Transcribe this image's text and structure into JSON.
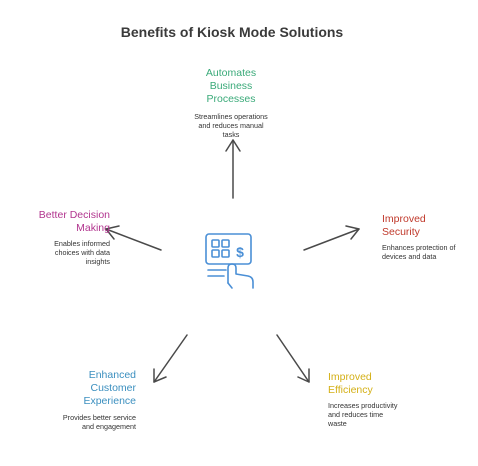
{
  "title": "Benefits of Kiosk Mode Solutions",
  "colors": {
    "teal": "#3aaa79",
    "red": "#c0392b",
    "yellow": "#d4b017",
    "blue": "#3b8fbf",
    "magenta": "#b2358f",
    "arrow": "#4a4a4a",
    "icon": "#4a8fd6"
  },
  "center_icon": "kiosk-payment-touch-icon",
  "benefits": [
    {
      "id": "automates",
      "heading_lines": [
        "Automates",
        "Business",
        "Processes"
      ],
      "desc_lines": [
        "Streamlines operations",
        "and reduces manual",
        "tasks"
      ],
      "color": "#3aaa79"
    },
    {
      "id": "security",
      "heading_lines": [
        "Improved",
        "Security"
      ],
      "desc_lines": [
        "Enhances protection of",
        "devices and data"
      ],
      "color": "#c0392b"
    },
    {
      "id": "efficiency",
      "heading_lines": [
        "Improved",
        "Efficiency"
      ],
      "desc_lines": [
        "Increases productivity",
        "and reduces time",
        "waste"
      ],
      "color": "#d4b017"
    },
    {
      "id": "experience",
      "heading_lines": [
        "Enhanced",
        "Customer",
        "Experience"
      ],
      "desc_lines": [
        "Provides better service",
        "and engagement"
      ],
      "color": "#3b8fbf"
    },
    {
      "id": "decision",
      "heading_lines": [
        "Better Decision",
        "Making"
      ],
      "desc_lines": [
        "Enables informed",
        "choices with data",
        "insights"
      ],
      "color": "#b2358f"
    }
  ]
}
